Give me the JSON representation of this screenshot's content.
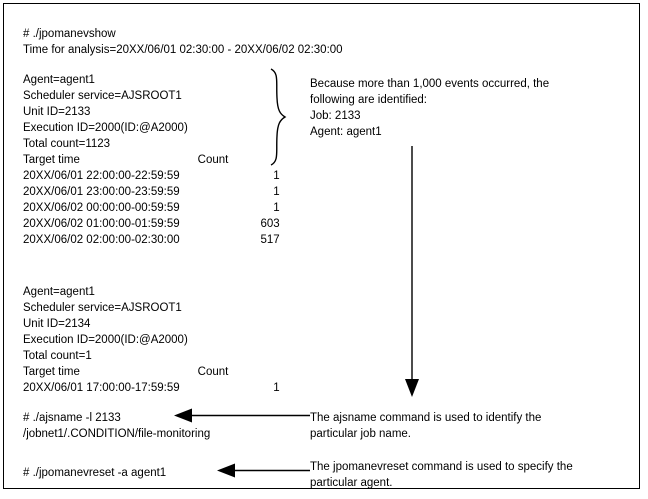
{
  "document": {
    "background_color": "#ffffff",
    "text_color": "#000000",
    "border_color": "#000000"
  },
  "console": {
    "command_1": "# ./jpomanevshow",
    "time_range": "Time for analysis=20XX/06/01 02:30:00 - 20XX/06/02 02:30:00",
    "block_1": {
      "agent": "Agent=agent1",
      "scheduler_service": "Scheduler service=AJSROOT1",
      "unit_id": "Unit ID=2133",
      "execution_id": "Execution ID=2000(ID:@A2000)",
      "total_count": "Total count=1123",
      "table": {
        "headers": [
          "Target time",
          "Count"
        ],
        "rows": [
          [
            "20XX/06/01 22:00:00-22:59:59",
            "1"
          ],
          [
            "20XX/06/01 23:00:00-23:59:59",
            "1"
          ],
          [
            "20XX/06/02 00:00:00-00:59:59",
            "1"
          ],
          [
            "20XX/06/02 01:00:00-01:59:59",
            "603"
          ],
          [
            "20XX/06/02 02:00:00-02:30:00",
            "517"
          ]
        ]
      }
    },
    "block_2": {
      "agent": "Agent=agent1",
      "scheduler_service": "Scheduler service=AJSROOT1",
      "unit_id": "Unit ID=2134",
      "execution_id": "Execution ID=2000(ID:@A2000)",
      "total_count": "Total count=1",
      "table": {
        "headers": [
          "Target time",
          "Count"
        ],
        "rows": [
          [
            "20XX/06/01 17:00:00-17:59:59",
            "1"
          ]
        ]
      }
    },
    "command_2": "# ./ajsname -l 2133",
    "command_2_output": "/jobnet1/.CONDITION/file-monitoring",
    "command_3": "# ./jpomanevreset -a agent1"
  },
  "annotations": {
    "annotation_1": {
      "line_1": "Because more than 1,000 events occurred, the",
      "line_2": "following are identified:",
      "line_3": "Job: 2133",
      "line_4": "Agent: agent1"
    },
    "annotation_2": {
      "line_1": "The ajsname command is used to identify the",
      "line_2": "particular job name."
    },
    "annotation_3": {
      "line_1": "The jpomanevreset command is used to specify the",
      "line_2": "particular agent."
    }
  },
  "connectors": {
    "brace": "right-curly-brace",
    "vertical_arrow": "downward-arrow",
    "horizontal_arrow_1": "leftward-arrow",
    "horizontal_arrow_2": "leftward-arrow"
  }
}
